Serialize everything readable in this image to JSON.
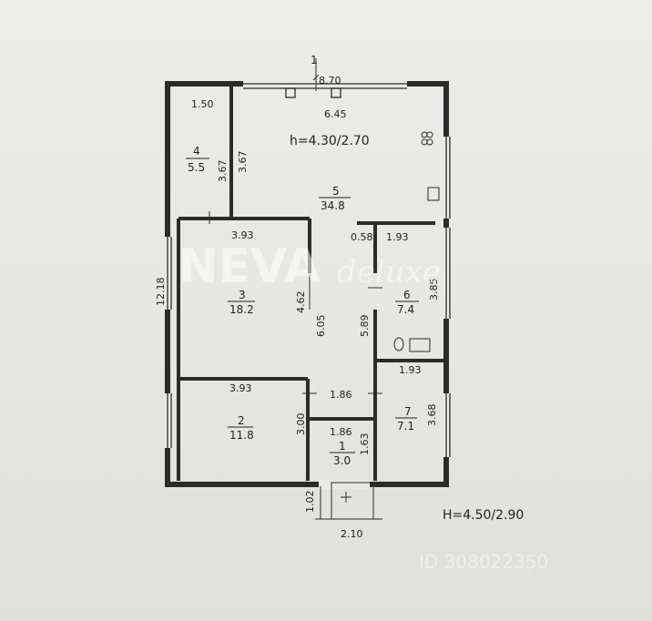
{
  "plan": {
    "top_label": "1",
    "overall_width": "8.70",
    "window_width": "6.45",
    "ceiling_room": "h=4.30/2.70",
    "ceiling_building": "H=4.50/2.90",
    "overall_height": "12.18",
    "rooms": [
      {
        "number": "4",
        "area": "5.5"
      },
      {
        "number": "5",
        "area": "34.8"
      },
      {
        "number": "3",
        "area": "18.2"
      },
      {
        "number": "6",
        "area": "7.4"
      },
      {
        "number": "7",
        "area": "7.1"
      },
      {
        "number": "2",
        "area": "11.8"
      },
      {
        "number": "1",
        "area": "3.0"
      }
    ],
    "dims": {
      "r4_w": "1.50",
      "r4_h": "3.67",
      "r5_h": "3.67",
      "r3_w": "3.93",
      "r3_h": "4.62",
      "corr_h": "6.05",
      "corr_h2": "5.89",
      "r6_a": "0.58",
      "r6_w": "1.93",
      "r6_h": "3.85",
      "r7_w": "1.93",
      "r7_h": "3.68",
      "r2_w": "3.93",
      "r2_h": "3.00",
      "corr_w": "1.86",
      "r1_w": "1.86",
      "r1_h": "1.63",
      "porch_h": "1.02",
      "porch_w": "2.10"
    }
  },
  "watermark": {
    "brand": "NEVA",
    "brand_script": "deluxe",
    "id_text": "ID 308022350"
  }
}
